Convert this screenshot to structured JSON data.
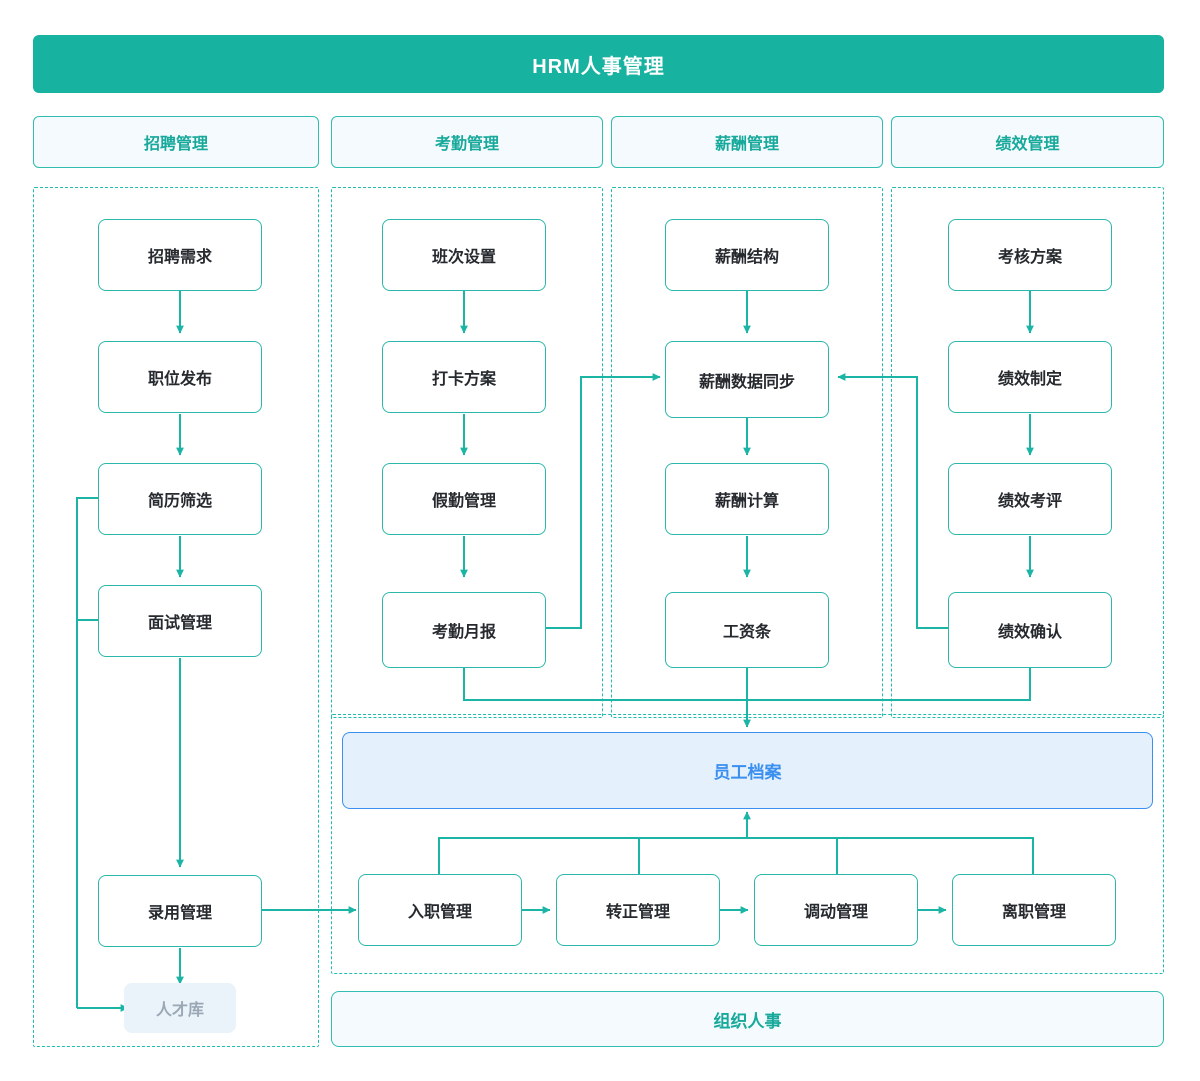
{
  "header": {
    "title": "HRM人事管理",
    "bg_color": "#18b2a0",
    "text_color": "#ffffff"
  },
  "theme": {
    "accent": "#18b2a0",
    "node_border": "#2bb8ab",
    "chip_bg": "#f4fafd",
    "chip_text": "#17a99b",
    "dashed_border": "#21bcae",
    "highlight_blue": "#3b8fef",
    "highlight_blue_bg": "#e4f1fd",
    "muted_bg": "#eaf2fa",
    "muted_text": "#9aa7b4",
    "node_text": "#262a2e"
  },
  "columns": [
    {
      "id": "recruit",
      "label": "招聘管理"
    },
    {
      "id": "attendance",
      "label": "考勤管理"
    },
    {
      "id": "payroll",
      "label": "薪酬管理"
    },
    {
      "id": "performance",
      "label": "绩效管理"
    }
  ],
  "nodes": {
    "recruit": [
      {
        "id": "recruit-demand",
        "label": "招聘需求"
      },
      {
        "id": "job-posting",
        "label": "职位发布"
      },
      {
        "id": "resume-screen",
        "label": "简历筛选"
      },
      {
        "id": "interview-mgmt",
        "label": "面试管理"
      },
      {
        "id": "hire-mgmt",
        "label": "录用管理"
      },
      {
        "id": "talent-pool",
        "label": "人才库",
        "style": "muted"
      }
    ],
    "attendance": [
      {
        "id": "shift-setup",
        "label": "班次设置"
      },
      {
        "id": "clockin-scheme",
        "label": "打卡方案"
      },
      {
        "id": "leave-mgmt",
        "label": "假勤管理"
      },
      {
        "id": "attendance-report",
        "label": "考勤月报"
      }
    ],
    "payroll": [
      {
        "id": "salary-structure",
        "label": "薪酬结构"
      },
      {
        "id": "salary-data-sync",
        "label": "薪酬数据同步"
      },
      {
        "id": "salary-calc",
        "label": "薪酬计算"
      },
      {
        "id": "payslip",
        "label": "工资条"
      }
    ],
    "performance": [
      {
        "id": "appraisal-plan",
        "label": "考核方案"
      },
      {
        "id": "perf-setup",
        "label": "绩效制定"
      },
      {
        "id": "perf-review",
        "label": "绩效考评"
      },
      {
        "id": "perf-confirm",
        "label": "绩效确认"
      }
    ]
  },
  "employee_section": {
    "archive": {
      "id": "employee-archive",
      "label": "员工档案",
      "style": "highlight"
    },
    "lifecycle": [
      {
        "id": "onboarding",
        "label": "入职管理"
      },
      {
        "id": "regular",
        "label": "转正管理"
      },
      {
        "id": "transfer",
        "label": "调动管理"
      },
      {
        "id": "offboard",
        "label": "离职管理"
      }
    ]
  },
  "org_bar": {
    "id": "org-personnel",
    "label": "组织人事",
    "style": "wide-bar"
  }
}
